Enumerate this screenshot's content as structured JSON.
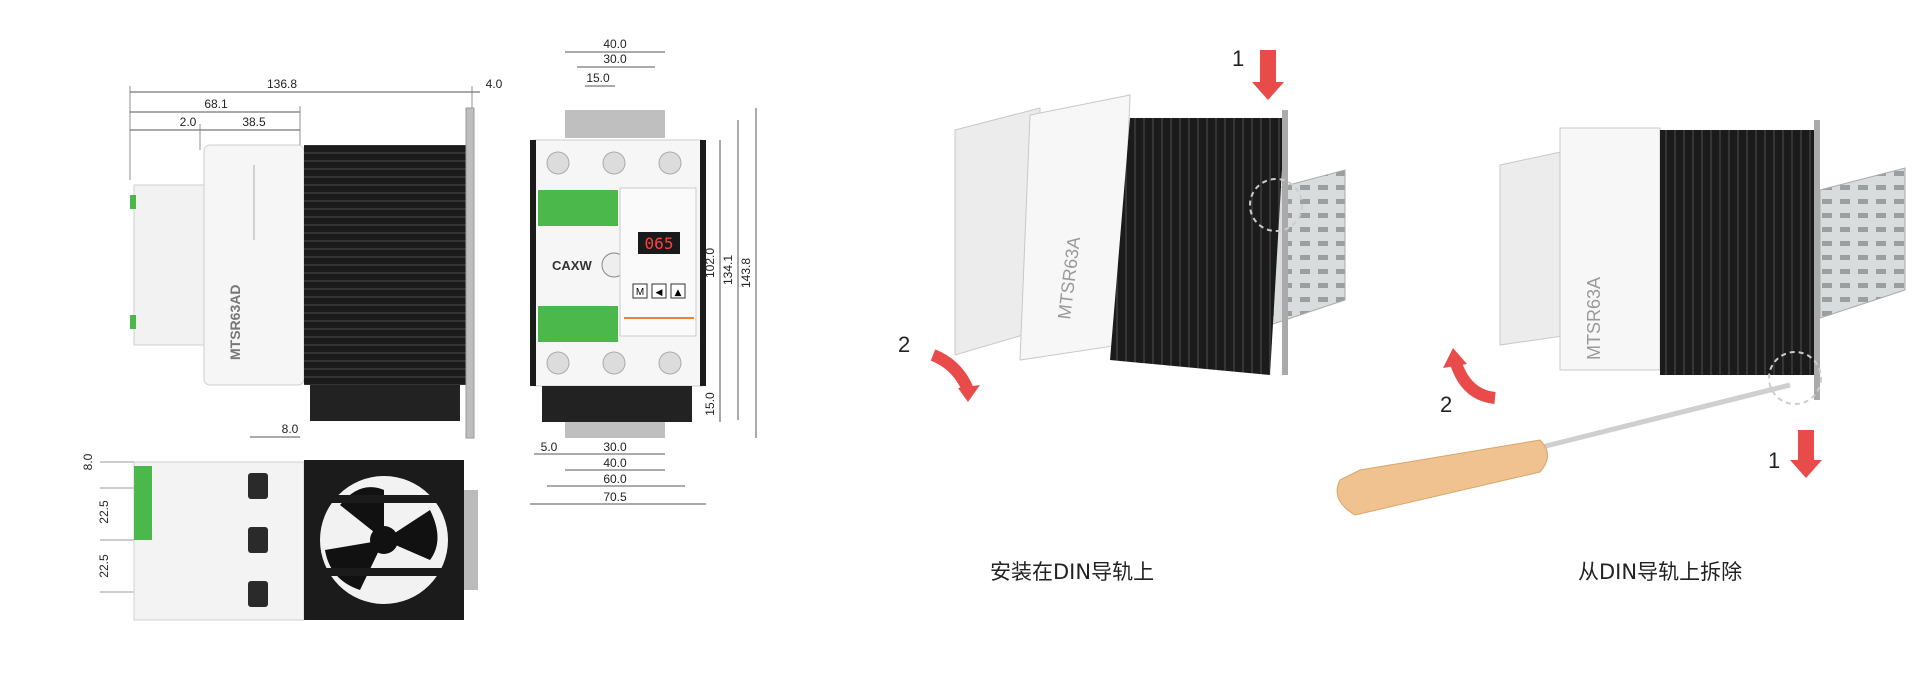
{
  "dimensions": {
    "side_view": {
      "overall": "136.8",
      "half": "68.1",
      "left_offset": "2.0",
      "body_width": "38.5",
      "clip": "4.0"
    },
    "top_view": {
      "pitch_a": "8.0",
      "offset_left": "8.0",
      "pole_pitch_1": "22.5",
      "pole_pitch_2": "22.5"
    },
    "front_view": {
      "top_40": "40.0",
      "top_30": "30.0",
      "top_15": "15.0",
      "height_102": "102.0",
      "height_134": "134.1",
      "height_143": "143.8",
      "bottom_15": "15.0",
      "bottom_5": "5.0",
      "bottom_30": "30.0",
      "bottom_40": "40.0",
      "bottom_60": "60.0",
      "bottom_70": "70.5"
    }
  },
  "device": {
    "model_side": "MTSR63AD",
    "model_iso": "MTSR63A",
    "brand": "CAXW",
    "display": "065",
    "buttons": [
      "M",
      "◀",
      "▲"
    ]
  },
  "steps": {
    "step1": "1",
    "step2": "2"
  },
  "captions": {
    "install": "安装在DIN导轨上",
    "remove": "从DIN导轨上拆除"
  },
  "colors": {
    "heatsink": "#1a1a1a",
    "arrow": "#e94b4b",
    "terminal": "#4ab84a",
    "handle": "#f0c28f"
  }
}
